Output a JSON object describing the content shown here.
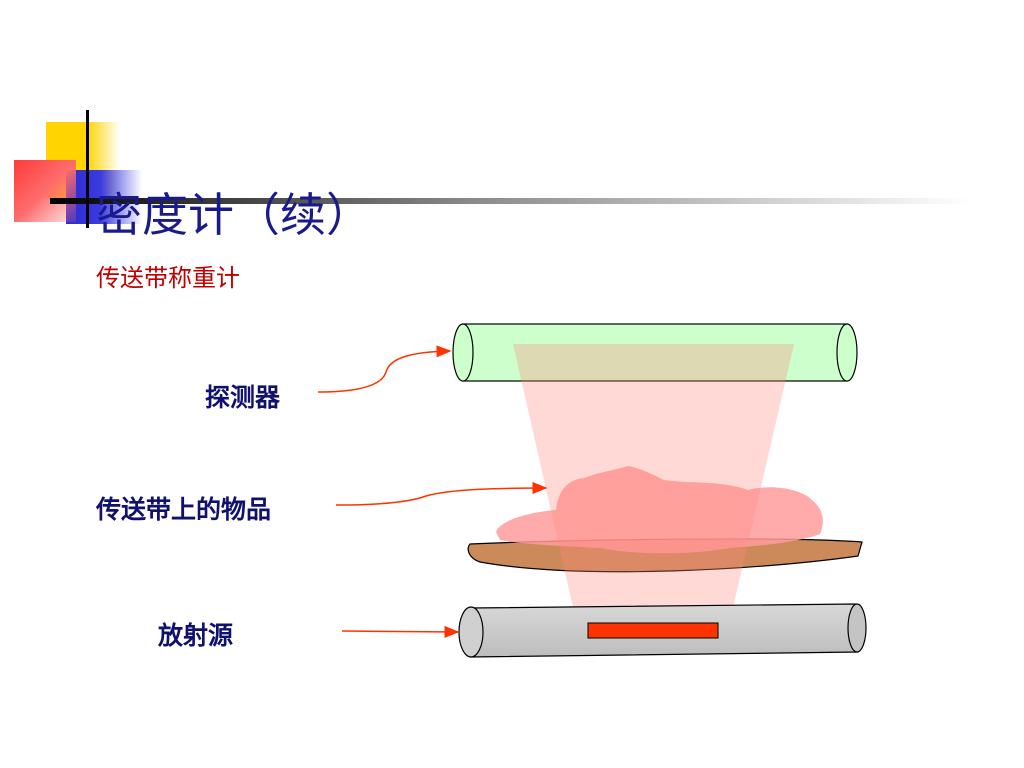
{
  "slide": {
    "title": "密度计（续）",
    "subtitle": "传送带称重计"
  },
  "diagram": {
    "labels": {
      "detector": "探测器",
      "conveyor_items": "传送带上的物品",
      "radiation_source": "放射源"
    },
    "colors": {
      "detector_fill": "#ccffcc",
      "beam_fill": "#ff8a80",
      "item_fill": "#ff9c9c",
      "belt_fill": "#cc8a5a",
      "source_fill": "#c8c8c8",
      "source_emitter": "#ff3300",
      "arrow": "#ff3300",
      "title": "#1a1a8c",
      "subtitle": "#c00000",
      "label": "#10106e"
    }
  }
}
